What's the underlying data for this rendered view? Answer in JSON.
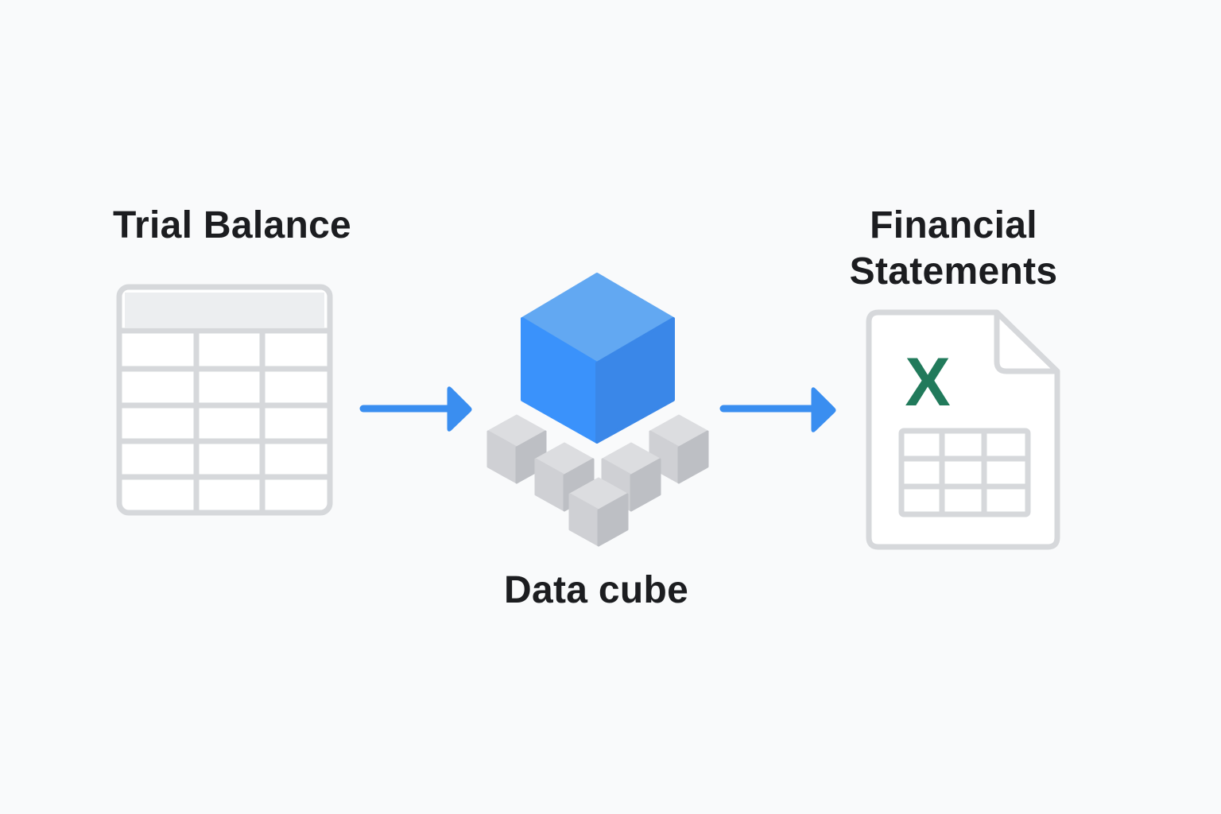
{
  "diagram": {
    "source": {
      "label": "Trial Balance",
      "icon": "table-grid-icon",
      "rows": 5,
      "columns": 3
    },
    "middle": {
      "label": "Data cube",
      "icon": "data-cube-icon",
      "small_cubes": 5
    },
    "target": {
      "label_line1": "Financial",
      "label_line2": "Statements",
      "icon": "excel-document-icon",
      "glyph": "X"
    },
    "arrows": [
      {
        "from": "Trial Balance",
        "to": "Data cube"
      },
      {
        "from": "Data cube",
        "to": "Financial Statements"
      }
    ]
  },
  "colors": {
    "background": "#f9fafb",
    "text": "#1c1d20",
    "outline_gray": "#d6d8db",
    "header_fill": "#eceef0",
    "cube_top": "#62a8f2",
    "cube_left": "#3a92fb",
    "cube_right": "#3a87e8",
    "arrow_blue": "#3a8ef0",
    "excel_green": "#217a5b",
    "small_cube_top": "#dcdde0",
    "small_cube_left": "#cfd0d4",
    "small_cube_right": "#bdbfc4"
  }
}
